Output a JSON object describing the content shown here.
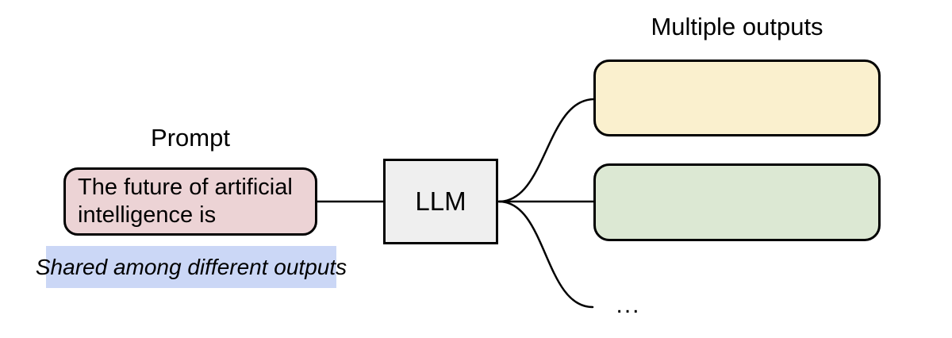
{
  "diagram": {
    "prompt_label": "Prompt",
    "prompt_box_text": "The future of artificial intelligence is",
    "shared_note": "Shared among different outputs",
    "llm_label": "LLM",
    "outputs_label": "Multiple outputs",
    "ellipsis": "...",
    "colors": {
      "prompt_fill": "#ecd3d5",
      "note_fill": "#cbd7f6",
      "llm_fill": "#efefef",
      "output_top_fill": "#faf0ce",
      "output_middle_fill": "#dce8d3",
      "stroke": "#000000",
      "background": "#ffffff"
    }
  }
}
